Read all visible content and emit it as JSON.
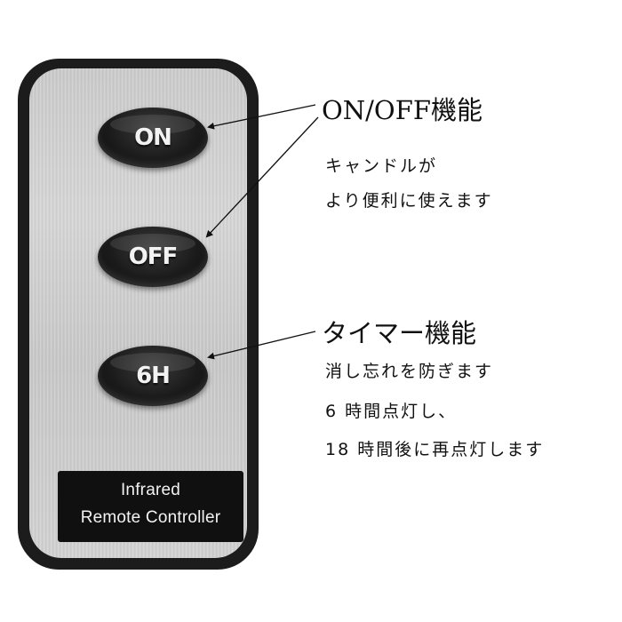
{
  "remote": {
    "buttons": [
      {
        "label": "ON"
      },
      {
        "label": "OFF"
      },
      {
        "label": "6H"
      }
    ],
    "plate": {
      "line1": "Infrared",
      "line2": "Remote Controller"
    }
  },
  "features": {
    "onoff": {
      "heading": "ON/OFF機能",
      "lines": [
        "キャンドルが",
        "より便利に使えます"
      ]
    },
    "timer": {
      "heading": "タイマー機能",
      "lines": [
        "消し忘れを防ぎます",
        "6 時間点灯し、",
        "18 時間後に再点灯します"
      ]
    }
  },
  "colors": {
    "remote_body": "#1c1c1c",
    "remote_face": "#cccccc",
    "button": "#1b1b1b",
    "text": "#111111"
  }
}
